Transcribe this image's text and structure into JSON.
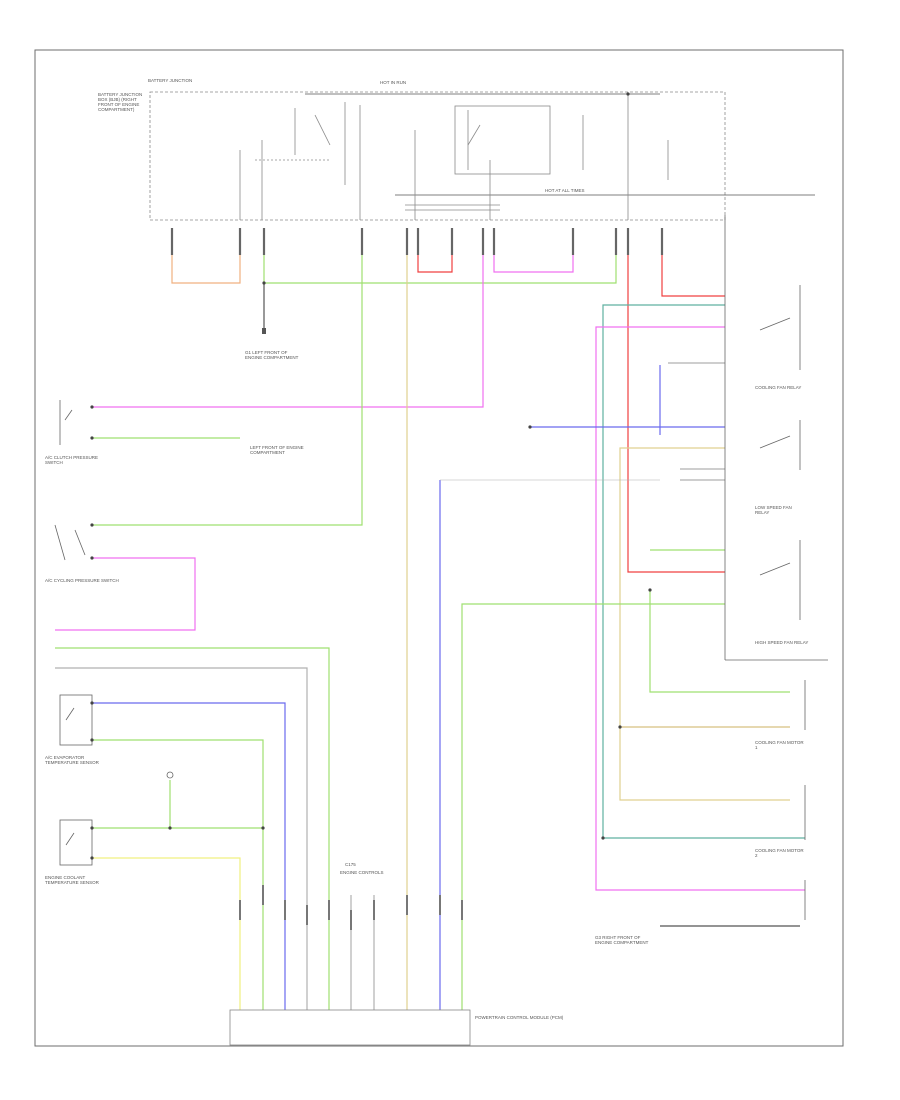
{
  "colors": {
    "frame": "#6e6e6e",
    "wire_pink": "#f070f0",
    "wire_green": "#9fe070",
    "wire_blue": "#6a6aee",
    "wire_red": "#f04040",
    "wire_orange": "#f0b080",
    "wire_yellow": "#f0f080",
    "wire_tan": "#d8c080",
    "wire_teal": "#5fb0a0",
    "wire_gray": "#b0b0b0",
    "wire_darkgreen": "#50a050"
  },
  "diagram_code": "",
  "components": {
    "fuse_box_hot": "HOT IN RUN",
    "fuse_box_hot_sub": "BATTERY JUNCTION",
    "fuse_box_label": "BATTERY JUNCTION BOX (BJB) (RIGHT FRONT OF ENGINE COMPARTMENT)",
    "fuse_block_label": "HOT AT ALL TIMES",
    "ground_g1": "G1 LEFT FRONT OF ENGINE COMPARTMENT",
    "sensor_ac_pressure": "A/C CLUTCH PRESSURE SWITCH",
    "ground_g2": "LEFT FRONT OF ENGINE COMPARTMENT",
    "sensor_ac_cycling": "A/C CYCLING PRESSURE SWITCH",
    "sensor_evap": "A/C EVAPORATOR TEMPERATURE SENSOR",
    "sensor_ect": "ENGINE COOLANT TEMPERATURE SENSOR",
    "relay_fan": "COOLING FAN RELAY",
    "relay_low": "LOW SPEED FAN RELAY",
    "relay_high": "HIGH SPEED FAN RELAY",
    "fan_motor_1": "COOLING FAN MOTOR 1",
    "fan_motor_2": "COOLING FAN MOTOR 2",
    "ground_g3": "G3 RIGHT FRONT OF ENGINE COMPARTMENT",
    "pcm": "POWERTRAIN CONTROL MODULE (PCM)",
    "pcm_connector": "C175",
    "pcm_ref": "ENGINE CONTROLS"
  }
}
